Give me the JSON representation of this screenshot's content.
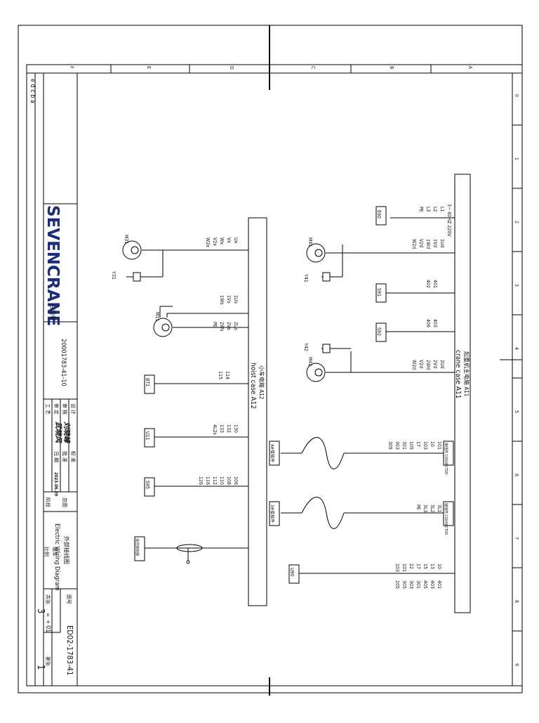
{
  "sheet": {
    "zone_cols": [
      "F",
      "E",
      "D",
      "C",
      "B",
      "A"
    ],
    "zone_rows": [
      "0",
      "1",
      "2",
      "3",
      "4",
      "5",
      "6",
      "7",
      "8",
      "9"
    ],
    "rev_rows": [
      "e",
      "d",
      "c",
      "b",
      "a"
    ]
  },
  "title_block": {
    "logo": "SEVENCRANE",
    "contract_label": "合同号",
    "contract_no": "20001783-41-10",
    "roles": [
      "设 计",
      "审 核",
      "审 定",
      "工 艺"
    ],
    "role_extra": [
      "标 准",
      "批 准",
      "日 期"
    ],
    "signature_names": [
      "刘晓峰",
      "武晓风"
    ],
    "date_value": "2023.06.29",
    "stage_label": "阶段",
    "stage_value": "总图",
    "title_cn": "外部接线图",
    "title_en": "Electric Wiring Diagram",
    "ratio_label": "比例",
    "version_label": "版本",
    "drawing_no_label": "图号",
    "drawing_no": "ED02-1783-41",
    "sheets_label": "共张",
    "sheets_total": "3",
    "sheet_label": "第张",
    "sheet_no": "1",
    "version_value": "01",
    "scale_value": "=",
    "plus_sign": "+"
  },
  "crane_case": {
    "label_cn": "起重机主电箱 A11",
    "label_en": "crane case A11",
    "power_labels": [
      "L1",
      "L2",
      "L3",
      "PE",
      "3~ 60HZ 220V"
    ],
    "power_device": "E60",
    "motor1": {
      "name": "M41",
      "brake": "Y41",
      "terminals": [
        "1Ud",
        "1Vd",
        "1Wd",
        "V2d",
        "W2d"
      ]
    },
    "switch1": {
      "name": "S91",
      "terminals": [
        "401",
        "402"
      ]
    },
    "switch2": {
      "name": "S92",
      "terminals": [
        "403",
        "406"
      ]
    },
    "motor2": {
      "name": "M42",
      "brake": "Y42",
      "terminals": [
        "2Ud",
        "2Vd",
        "2Wd",
        "V2d",
        "W2d"
      ]
    },
    "conn1": {
      "box": "接插件 CONNECTOR",
      "terminals": [
        "101",
        "10",
        "103",
        "17",
        "105",
        "301",
        "303",
        "305"
      ]
    },
    "conn2": {
      "box": "接插件 CONNECTOR",
      "terminals": [
        "3L1",
        "3L2",
        "3L3",
        "PE"
      ]
    },
    "u90": {
      "name": "U90",
      "terminals": [
        "10",
        "401",
        "13",
        "403",
        "15",
        "405",
        "17",
        "301",
        "22",
        "303",
        "101",
        "305",
        "103",
        "105"
      ]
    }
  },
  "hoist_case": {
    "label_cn": "小车电箱 A12",
    "label_en": "hoist case A12",
    "motor_m31": {
      "name": "M31",
      "brake": "Y31",
      "terminals": [
        "Ux",
        "Vx",
        "Wx",
        "V2x",
        "W2x"
      ]
    },
    "motor_m11": {
      "name": "M11",
      "terminals": [
        "1Us",
        "1Vs",
        "1Ws",
        "2Us",
        "2Vs",
        "2Ws",
        "PE"
      ]
    },
    "bt1": {
      "name": "BT1",
      "terminals": [
        "114",
        "115"
      ]
    },
    "u11": {
      "name": "U11",
      "terminals": [
        "130",
        "132",
        "133",
        "4L2s"
      ]
    },
    "s95": {
      "name": "S95",
      "terminals": [
        "106",
        "108",
        "110",
        "112",
        "116",
        "126"
      ]
    },
    "conn_a": "4#接插件",
    "conn_b": "3#接插件",
    "remote": "遥控接收器"
  }
}
